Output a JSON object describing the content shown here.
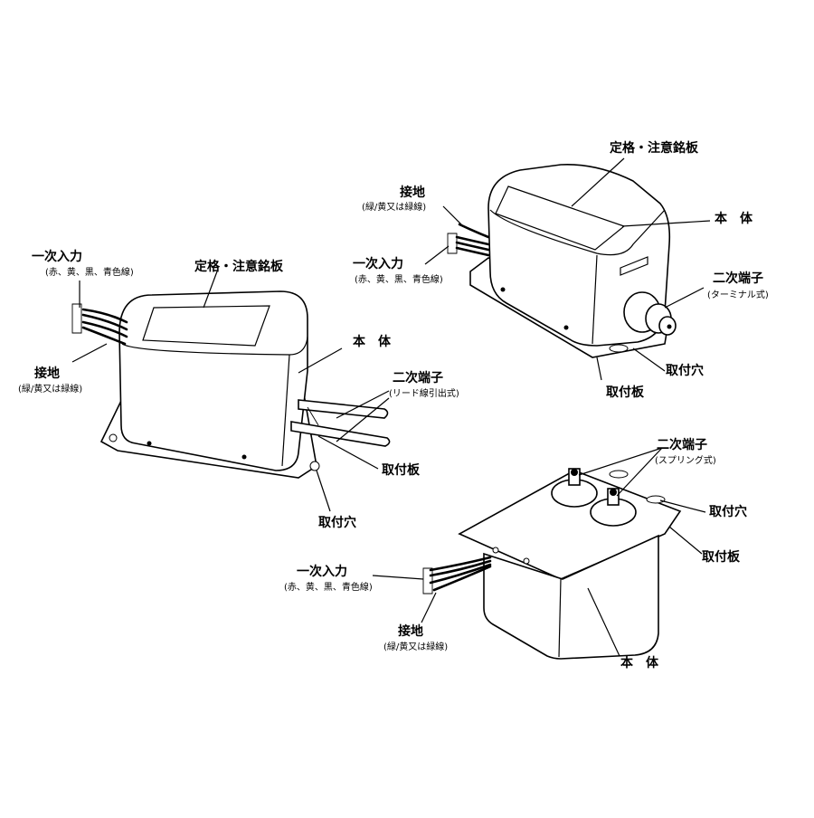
{
  "units": [
    {
      "nameplate": "定格・注意銘板",
      "body": "本　体",
      "primary_input": "一次入力",
      "primary_input_colors": "(赤、黄、黒、青色線)",
      "ground": "接地",
      "ground_colors": "(緑/黄又は緑線)",
      "secondary_terminal": "二次端子",
      "secondary_terminal_type": "(リード線引出式)",
      "mounting_plate": "取付板",
      "mounting_hole": "取付穴"
    },
    {
      "nameplate": "定格・注意銘板",
      "body": "本　体",
      "ground": "接地",
      "ground_colors": "(緑/黄又は緑線)",
      "primary_input": "一次入力",
      "primary_input_colors": "(赤、黄、黒、青色線)",
      "secondary_terminal": "二次端子",
      "secondary_terminal_type": "(ターミナル式)",
      "mounting_hole": "取付穴",
      "mounting_plate": "取付板"
    },
    {
      "secondary_terminal": "二次端子",
      "secondary_terminal_type": "(スプリング式)",
      "mounting_hole": "取付穴",
      "mounting_plate": "取付板",
      "primary_input": "一次入力",
      "primary_input_colors": "(赤、黄、黒、青色線)",
      "ground": "接地",
      "ground_colors": "(緑/黄又は緑線)",
      "body": "本　体"
    }
  ]
}
